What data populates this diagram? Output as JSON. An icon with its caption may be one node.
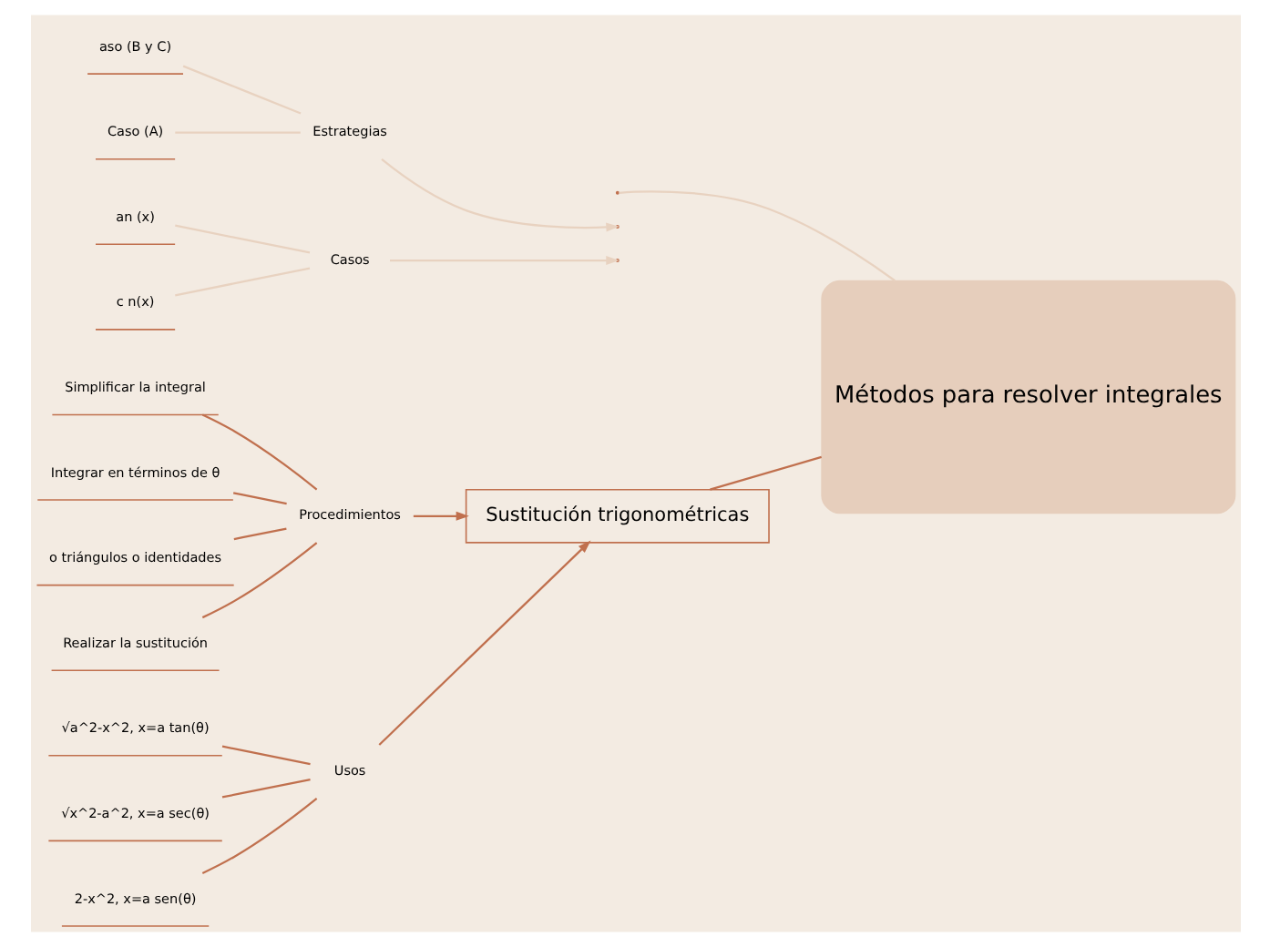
{
  "diagram": {
    "nodes": [
      {
        "text": [
          "c n(x)"
        ]
      },
      {
        "text": [
          "an (x)"
        ]
      },
      {
        "text": [
          "Casos"
        ]
      },
      {
        "text": [
          "Caso (A)"
        ]
      },
      {
        "text": [
          "aso (B y C)"
        ]
      },
      {
        "text": [
          "Estrategias"
        ]
      },
      {
        "text": [
          "Métodos para resolver integrales"
        ]
      },
      {
        "text": [
          "Realizar la sustitución"
        ]
      },
      {
        "text": [
          "Simplificar la integral"
        ]
      },
      {
        "text": [
          "Integrar en términos de θ"
        ]
      },
      {
        "text": [
          "o triángulos o identidades"
        ]
      },
      {
        "text": [
          "Procedimientos"
        ]
      },
      {
        "text": [
          "2-x^2, x=a sen(θ)"
        ]
      },
      {
        "text": [
          "√a^2-x^2, x=a tan(θ)"
        ]
      },
      {
        "text": [
          "√x^2-a^2, x=a sec(θ)"
        ]
      },
      {
        "text": [
          "Usos"
        ]
      },
      {
        "text": [
          "Sustitución trigonométricas"
        ]
      }
    ],
    "edges": [
      {
        "from": 0,
        "to": 2,
        "arrow": "none",
        "color": "#e8d2c0"
      },
      {
        "from": 1,
        "to": 2,
        "arrow": "none",
        "color": "#e8d2c0"
      },
      {
        "from": 2,
        "to": null,
        "arrow": "to",
        "color": "#e8d2c0"
      },
      {
        "from": 3,
        "to": 5,
        "arrow": "none",
        "color": "#e8d2c0"
      },
      {
        "from": 4,
        "to": 5,
        "arrow": "none",
        "color": "#e8d2c0"
      },
      {
        "from": 5,
        "to": null,
        "arrow": "to",
        "color": "#e8d2c0"
      },
      {
        "from": null,
        "to": 6,
        "arrow": "none",
        "color": "#e8d2c0"
      },
      {
        "from": 7,
        "to": 11,
        "arrow": "none"
      },
      {
        "from": 8,
        "to": 11,
        "arrow": "none"
      },
      {
        "from": 9,
        "to": 11,
        "arrow": "none"
      },
      {
        "from": 10,
        "to": 11,
        "arrow": "none"
      },
      {
        "from": 11,
        "to": 16,
        "arrow": "to"
      },
      {
        "from": 12,
        "to": 15,
        "arrow": "none"
      },
      {
        "from": 13,
        "to": 15,
        "arrow": "none"
      },
      {
        "from": 14,
        "to": 15,
        "arrow": "none"
      },
      {
        "from": 15,
        "to": 16,
        "arrow": "to"
      },
      {
        "from": 16,
        "to": 6,
        "arrow": "none"
      }
    ]
  }
}
